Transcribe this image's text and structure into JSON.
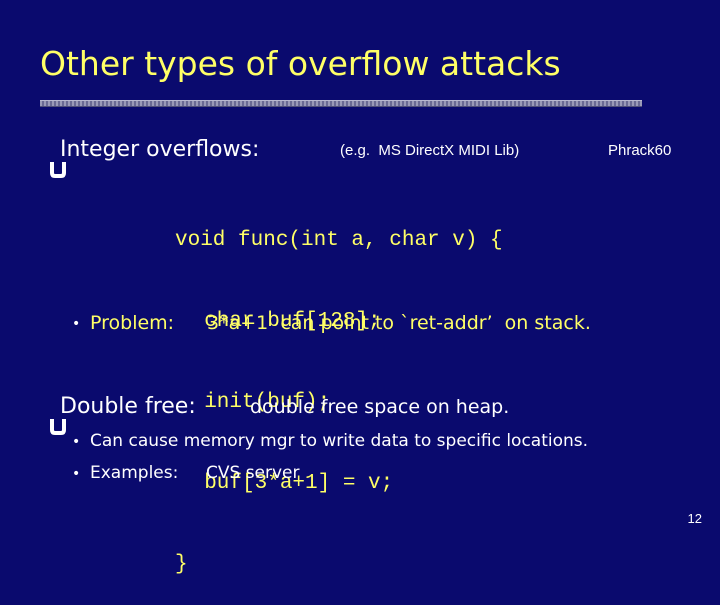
{
  "slide": {
    "title": "Other types of overflow attacks",
    "page_number": "12"
  },
  "integer": {
    "heading": "Integer overflows:",
    "example": "(e.g.  MS DirectX MIDI Lib)",
    "source": "Phrack60",
    "code": [
      "void func(int a, char v) {",
      "  char buf[128];",
      "  init(buf);",
      "  buf[3*a+1] = v;",
      "}"
    ],
    "problem_label": "Problem:",
    "problem_text": "3*a+1  can point to `ret-addr’  on stack."
  },
  "double_free": {
    "heading": "Double free:",
    "desc": "double free space on heap.",
    "bullet1": "Can cause memory mgr to write data to specific locations.",
    "examples_label": "Examples:",
    "examples_text": "CVS server"
  },
  "colors": {
    "background": "#0a0a6e",
    "title": "#ffff66",
    "text": "#ffffff",
    "accent": "#ffff66"
  },
  "icons": {
    "main_bullet": "u-bullet-icon",
    "sub_bullet": "dot-bullet-icon"
  }
}
